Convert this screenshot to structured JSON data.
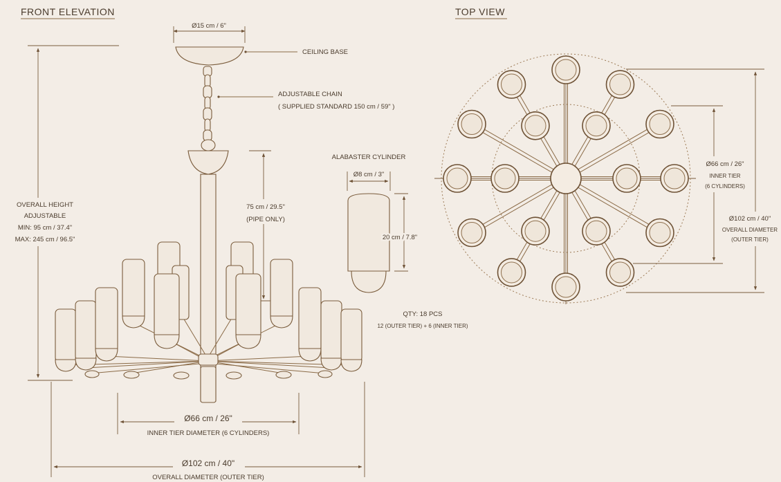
{
  "headings": {
    "front": "FRONT ELEVATION",
    "top": "TOP VIEW"
  },
  "front": {
    "base_dim": "Ø15 cm / 6\"",
    "ceiling_base": "CEILING BASE",
    "chain_title": "ADJUSTABLE CHAIN",
    "chain_note": "( SUPPLIED STANDARD 150 cm / 59\" )",
    "pipe_dim": "75 cm / 29.5\"",
    "pipe_note": "(PIPE ONLY)",
    "height_1": "OVERALL HEIGHT",
    "height_2": "ADJUSTABLE",
    "height_min": "MIN: 95 cm / 37.4\"",
    "height_max": "MAX: 245 cm / 96.5\"",
    "inner_dim": "Ø66 cm / 26\"",
    "inner_label": "INNER TIER DIAMETER (6 CYLINDERS)",
    "outer_dim": "Ø102 cm / 40\"",
    "outer_label": "OVERALL DIAMETER (OUTER TIER)"
  },
  "cylinder": {
    "title": "ALABASTER CYLINDER",
    "diameter": "Ø8 cm / 3\"",
    "height": "20 cm / 7.8\""
  },
  "qty": {
    "line1": "QTY: 18 PCS",
    "line2": "12 (OUTER TIER) + 6 (INNER TIER)"
  },
  "top": {
    "inner_dim": "Ø66 cm / 26\"",
    "inner_1": "INNER TIER",
    "inner_2": "(6 CYLINDERS)",
    "outer_dim": "Ø102 cm / 40\"",
    "outer_1": "OVERALL DIAMETER",
    "outer_2": "(OUTER TIER)"
  }
}
